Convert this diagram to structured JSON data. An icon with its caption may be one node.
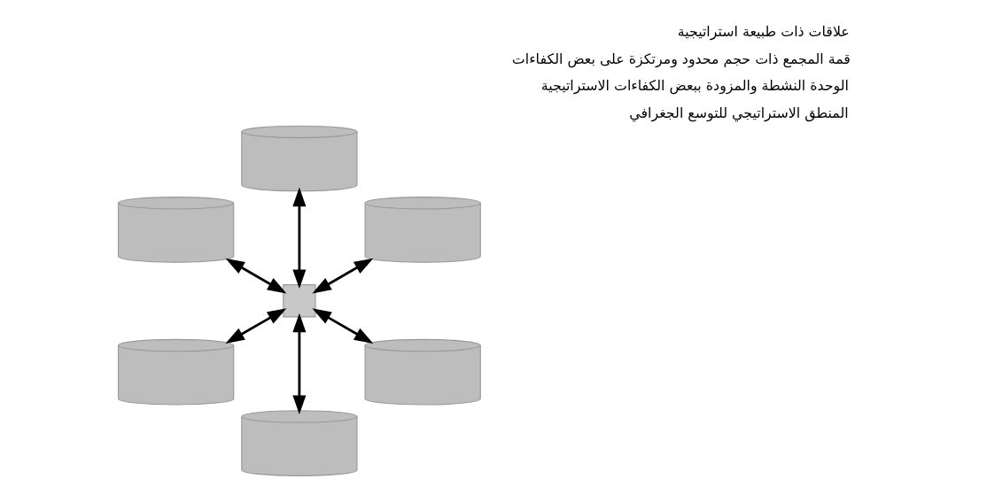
{
  "diagram": {
    "nodes": [
      {
        "text": [],
        "shape": "box"
      },
      {
        "text": [],
        "shape": "cylinder"
      },
      {
        "text": [],
        "shape": "cylinder"
      },
      {
        "text": [],
        "shape": "cylinder"
      },
      {
        "text": [],
        "shape": "cylinder"
      },
      {
        "text": [],
        "shape": "cylinder"
      },
      {
        "text": [],
        "shape": "cylinder"
      }
    ],
    "edges": [
      {
        "from": 0,
        "to": 1,
        "arrow": "both"
      },
      {
        "from": 0,
        "to": 2,
        "arrow": "both"
      },
      {
        "from": 0,
        "to": 3,
        "arrow": "both"
      },
      {
        "from": 0,
        "to": 4,
        "arrow": "both"
      },
      {
        "from": 0,
        "to": 5,
        "arrow": "both"
      },
      {
        "from": 0,
        "to": 6,
        "arrow": "both"
      }
    ],
    "legend": [
      {
        "text": "علاقات ذات طبيعة استراتيجية"
      },
      {
        "text": "قمة المجمع ذات حجم محدود ومرتكزة على بعض الكفاءات"
      },
      {
        "text": "الوحدة النشطة والمزودة ببعض الكفاءات الاستراتيجية"
      },
      {
        "text": "المنطق الاستراتيجي للتوسع الجغرافي"
      }
    ]
  }
}
